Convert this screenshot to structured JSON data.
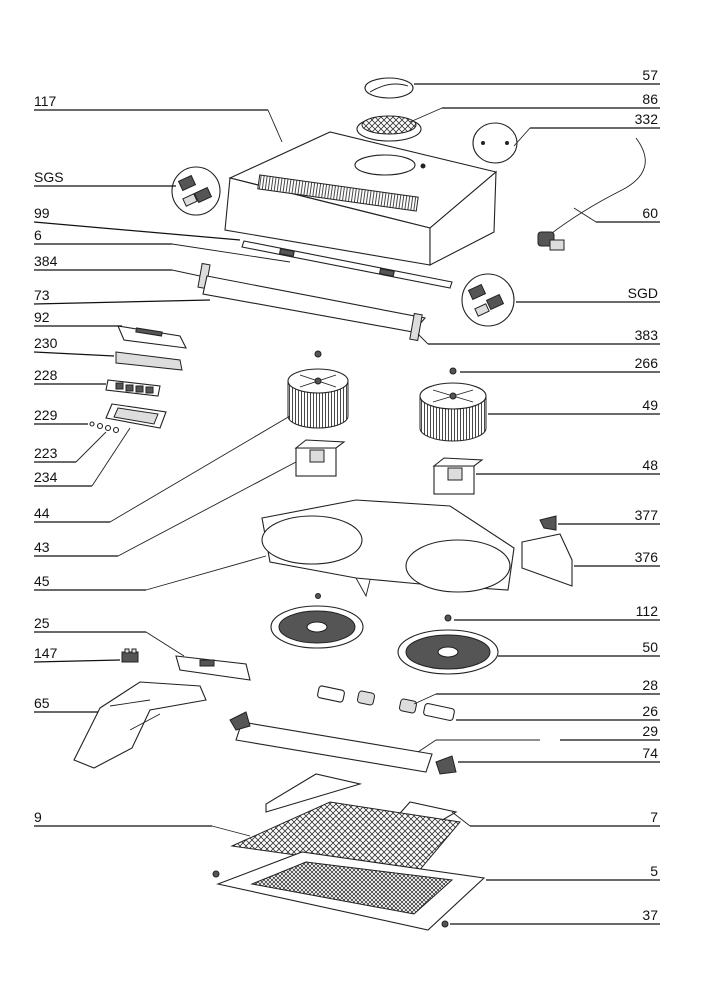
{
  "labels_left": [
    "117",
    "SGS",
    "99",
    "6",
    "384",
    "73",
    "92",
    "230",
    "228",
    "229",
    "223",
    "234",
    "44",
    "43",
    "45",
    "25",
    "147",
    "65",
    "9"
  ],
  "labels_right": [
    "57",
    "86",
    "332",
    "60",
    "SGD",
    "383",
    "266",
    "49",
    "48",
    "377",
    "376",
    "112",
    "50",
    "28",
    "26",
    "29",
    "74",
    "7",
    "5",
    "37"
  ],
  "colors": {
    "ink": "#111111",
    "paper": "#ffffff",
    "shade": "#dddddd",
    "dark": "#555555"
  },
  "icons": [
    "hood-body",
    "switch-block",
    "filter-cartridge",
    "motor-unit",
    "fan-housing",
    "impeller",
    "grease-filter",
    "grille-frame",
    "power-cable"
  ]
}
